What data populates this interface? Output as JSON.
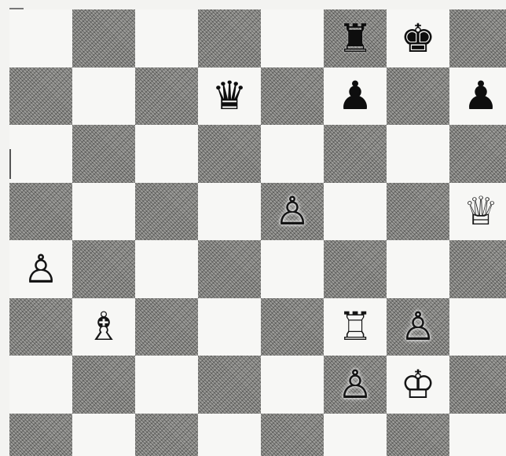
{
  "board": {
    "light_color": "#f7f7f5",
    "dark_color": "#8e8e8a",
    "rows": [
      [
        "",
        "",
        "",
        "",
        "",
        "r",
        "k",
        ""
      ],
      [
        "",
        "",
        "",
        "q",
        "",
        "p",
        "",
        "p"
      ],
      [
        "",
        "",
        "",
        "",
        "",
        "",
        "",
        ""
      ],
      [
        "",
        "",
        "",
        "",
        "P",
        "",
        "",
        "Q"
      ],
      [
        "P",
        "",
        "",
        "",
        "",
        "",
        "",
        ""
      ],
      [
        "",
        "B",
        "",
        "",
        "",
        "R",
        "P",
        ""
      ],
      [
        "",
        "",
        "",
        "",
        "",
        "P",
        "K",
        ""
      ],
      [
        "",
        "",
        "",
        "",
        "",
        "",
        "",
        ""
      ]
    ]
  },
  "piece_icons": {
    "K": "white-king-icon",
    "Q": "white-queen-icon",
    "R": "white-rook-icon",
    "B": "white-bishop-icon",
    "N": "white-knight-icon",
    "P": "white-pawn-icon",
    "k": "black-king-icon",
    "q": "black-queen-icon",
    "r": "black-rook-icon",
    "b": "black-bishop-icon",
    "n": "black-knight-icon",
    "p": "black-pawn-icon"
  }
}
